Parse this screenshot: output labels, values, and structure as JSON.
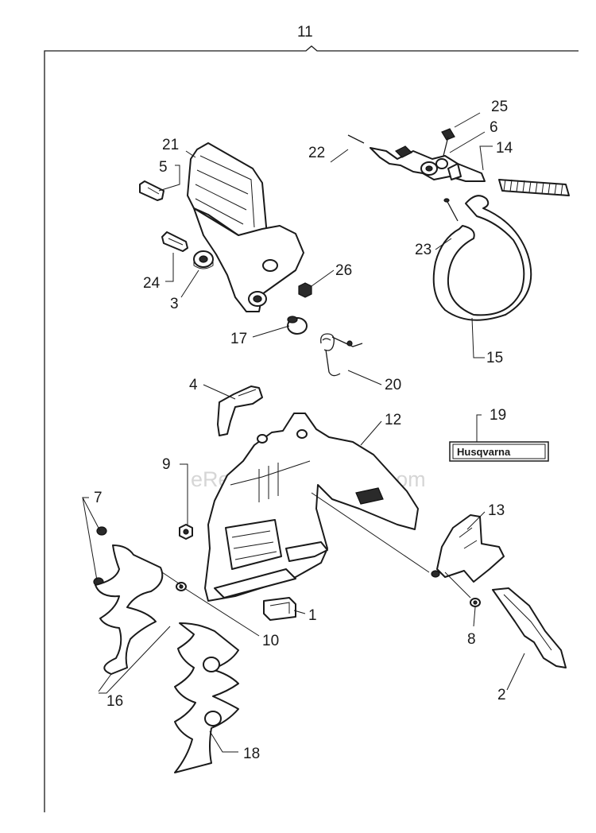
{
  "diagram": {
    "assembly_label": "11",
    "watermark": "eReplacementParts.com",
    "brand_decal_text": "Husqvarna",
    "callouts": {
      "c1": "1",
      "c2": "2",
      "c3": "3",
      "c4": "4",
      "c5": "5",
      "c6": "6",
      "c7": "7",
      "c8": "8",
      "c9": "9",
      "c10": "10",
      "c12": "12",
      "c13": "13",
      "c14": "14",
      "c15": "15",
      "c16": "16",
      "c17": "17",
      "c18": "18",
      "c19": "19",
      "c20": "20",
      "c21": "21",
      "c22": "22",
      "c23": "23",
      "c24": "24",
      "c25": "25",
      "c26": "26"
    }
  }
}
